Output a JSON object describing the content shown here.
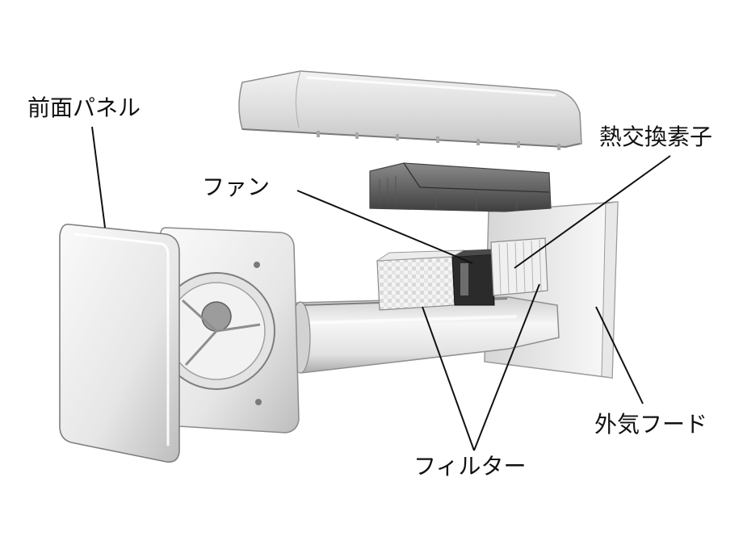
{
  "diagram": {
    "labels": {
      "front_panel": "前面パネル",
      "fan": "ファン",
      "heat_exchanger": "熱交換素子",
      "outdoor_hood": "外気フード",
      "filter": "フィルター"
    }
  }
}
